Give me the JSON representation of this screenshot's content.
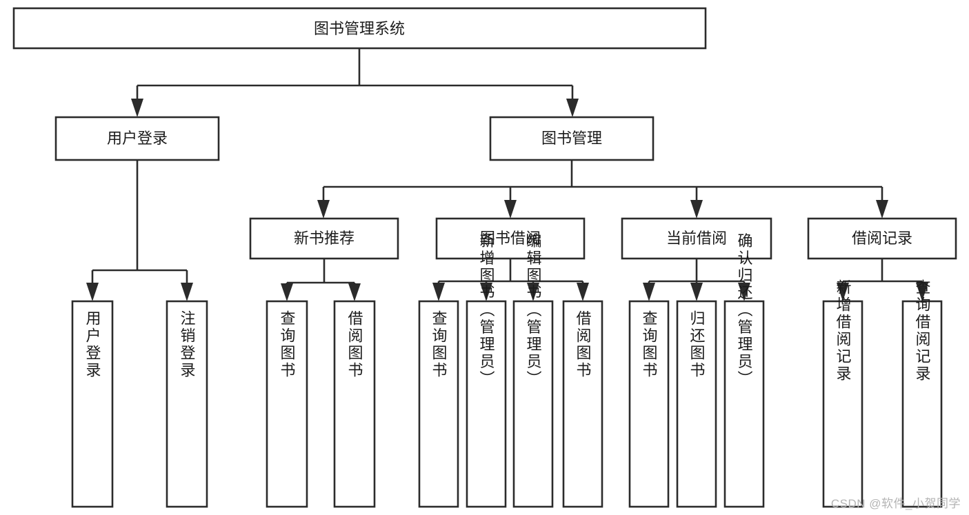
{
  "diagram": {
    "type": "tree-hierarchy",
    "title": "图书管理系统",
    "orientation": "top-down",
    "colors": {
      "box_stroke": "#2b2b2b",
      "box_fill": "#ffffff",
      "connector": "#2b2b2b",
      "text": "#1b1b1b",
      "background": "#ffffff",
      "watermark": "#b4b4b4"
    },
    "root": {
      "label": "图书管理系统"
    },
    "level2": [
      {
        "label": "用户登录"
      },
      {
        "label": "图书管理"
      }
    ],
    "level3": [
      {
        "label": "新书推荐",
        "parent": "图书管理"
      },
      {
        "label": "图书借阅",
        "parent": "图书管理"
      },
      {
        "label": "当前借阅",
        "parent": "图书管理"
      },
      {
        "label": "借阅记录",
        "parent": "图书管理"
      }
    ],
    "leaves": {
      "用户登录": [
        "用户登录",
        "注销登录"
      ],
      "新书推荐": [
        "查询图书",
        "借阅图书"
      ],
      "图书借阅": [
        "查询图书",
        "新增图书（管理员）",
        "编辑图书（管理员）",
        "借阅图书"
      ],
      "当前借阅": [
        "查询图书",
        "归还图书",
        "确认归还（管理员）"
      ],
      "借阅记录": [
        "新增借阅记录",
        "查询借阅记录"
      ]
    }
  },
  "watermark": {
    "text": "CSDN @软件_小贺同学"
  }
}
